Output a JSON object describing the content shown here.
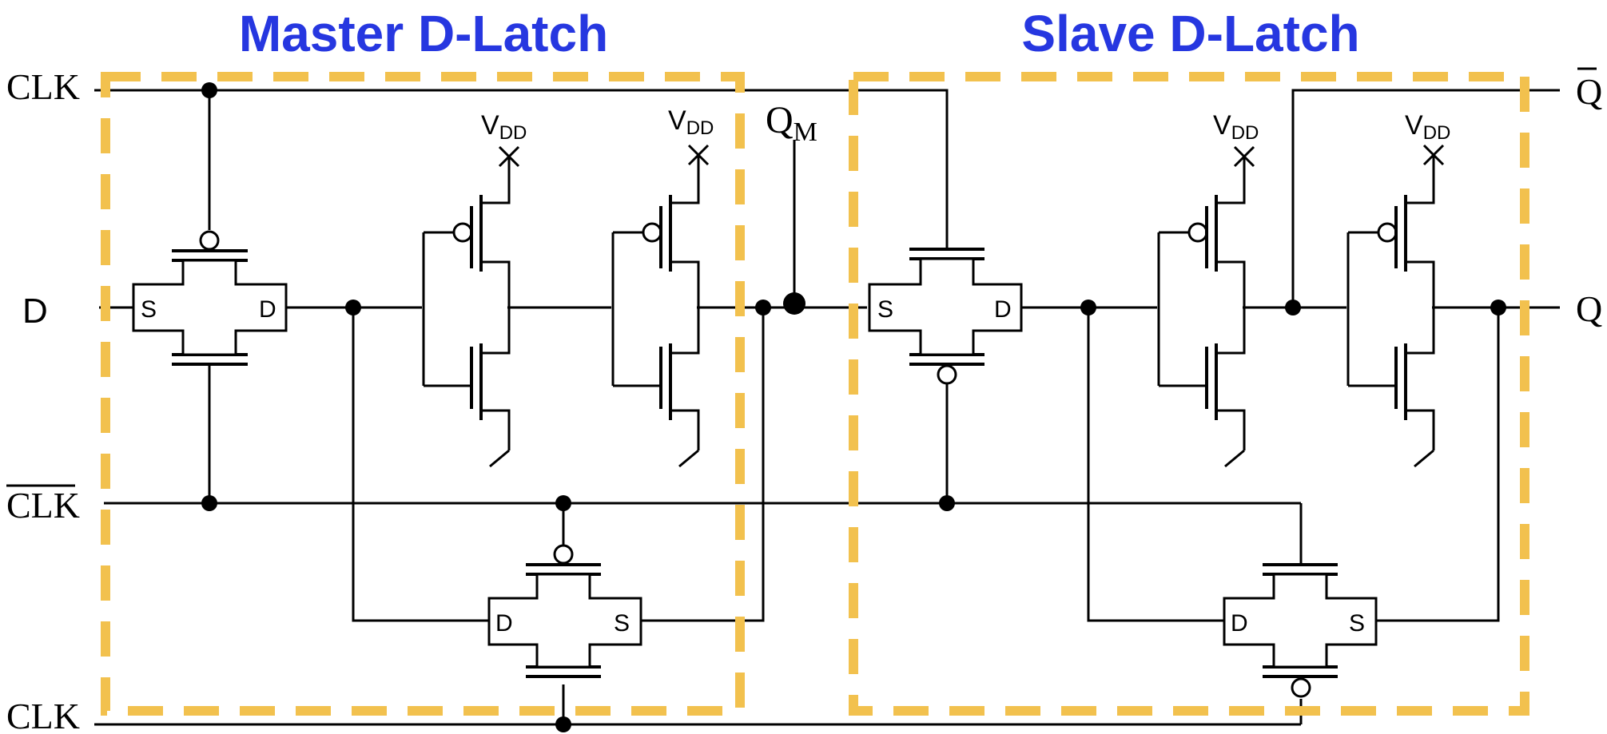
{
  "titles": {
    "master": "Master D-Latch",
    "slave": "Slave D-Latch"
  },
  "inputs": {
    "clk_top": "CLK",
    "d": "D",
    "clk_bar": "CLK",
    "clk_bottom": "CLK"
  },
  "outputs": {
    "q_bar": "Q",
    "q": "Q"
  },
  "node": {
    "qm_main": "Q",
    "qm_sub": "M"
  },
  "supply": {
    "main": "V",
    "sub": "DD"
  },
  "pins": {
    "source": "S",
    "drain": "D"
  },
  "colors": {
    "title": "#2637e0",
    "latch_boundary": "#f2c14e",
    "wire": "#000000"
  }
}
